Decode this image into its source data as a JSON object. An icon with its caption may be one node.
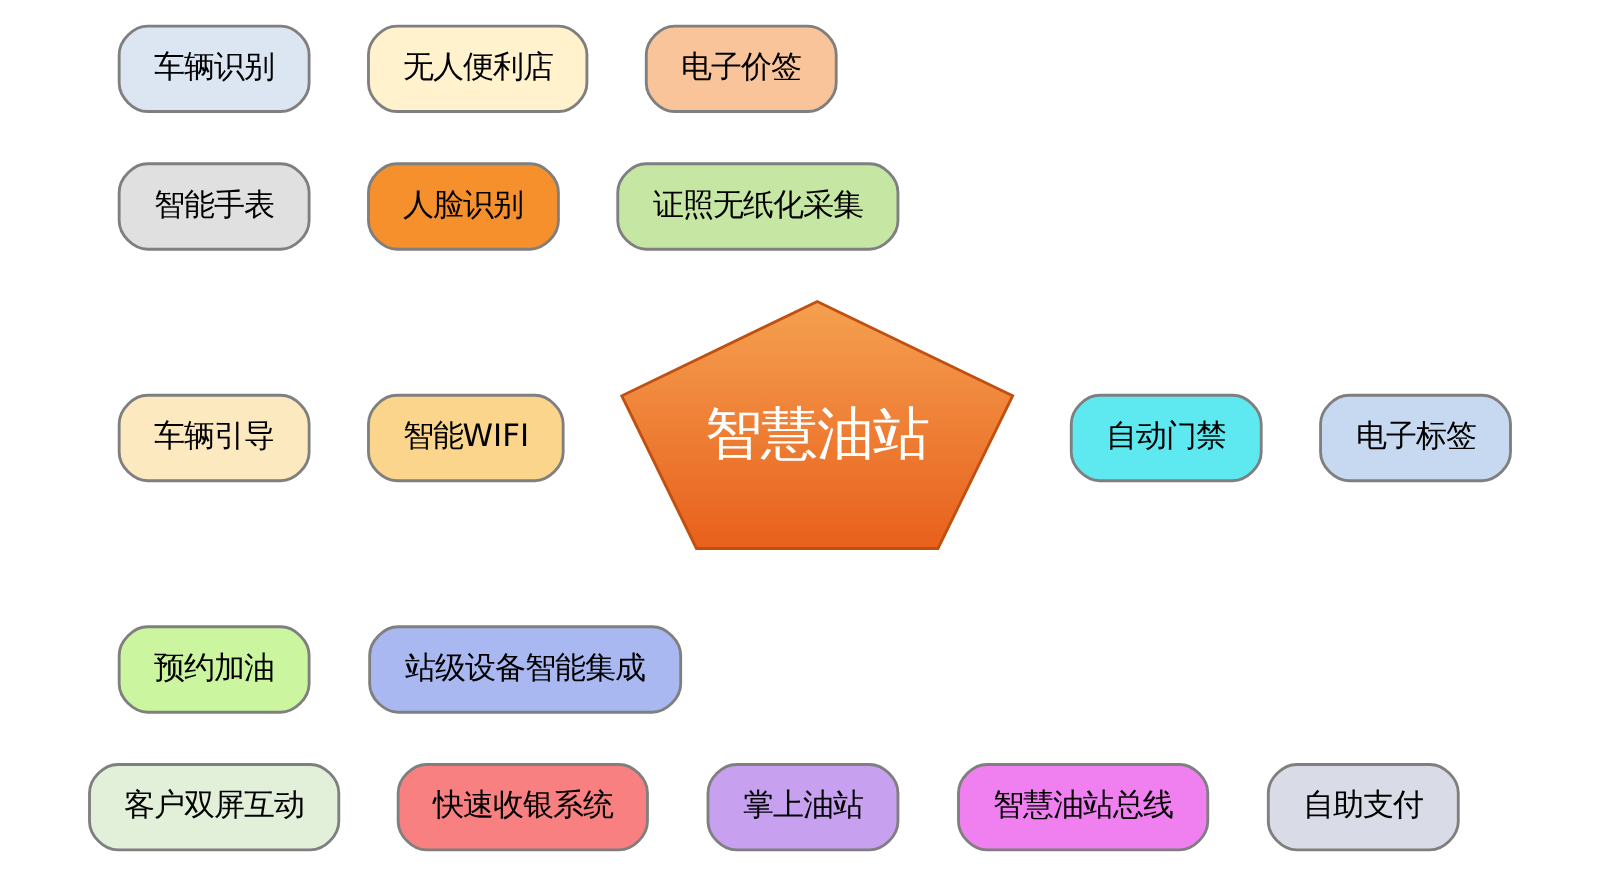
{
  "diagram": {
    "nodes": [
      {
        "text": [
          "车辆识别"
        ]
      },
      {
        "text": [
          "无人便利店"
        ]
      },
      {
        "text": [
          "电子价签"
        ]
      },
      {
        "text": [
          "智能手表"
        ]
      },
      {
        "text": [
          "人脸识别"
        ]
      },
      {
        "text": [
          "证照无纸化采集"
        ]
      },
      {
        "text": [
          "自动门禁"
        ]
      },
      {
        "text": [
          "电子标签"
        ]
      },
      {
        "text": [
          "车辆引导"
        ]
      },
      {
        "text": [
          "智能WIFI"
        ]
      },
      {
        "text": [
          "智慧油站"
        ]
      },
      {
        "text": [
          "预约加油"
        ]
      },
      {
        "text": [
          "站级设备智能集成"
        ]
      },
      {
        "text": [
          "客户双屏互动"
        ]
      },
      {
        "text": [
          "自助支付"
        ]
      },
      {
        "text": [
          "快速收银系统"
        ]
      },
      {
        "text": [
          "智慧油站总线"
        ]
      },
      {
        "text": [
          "掌上油站"
        ]
      }
    ]
  }
}
